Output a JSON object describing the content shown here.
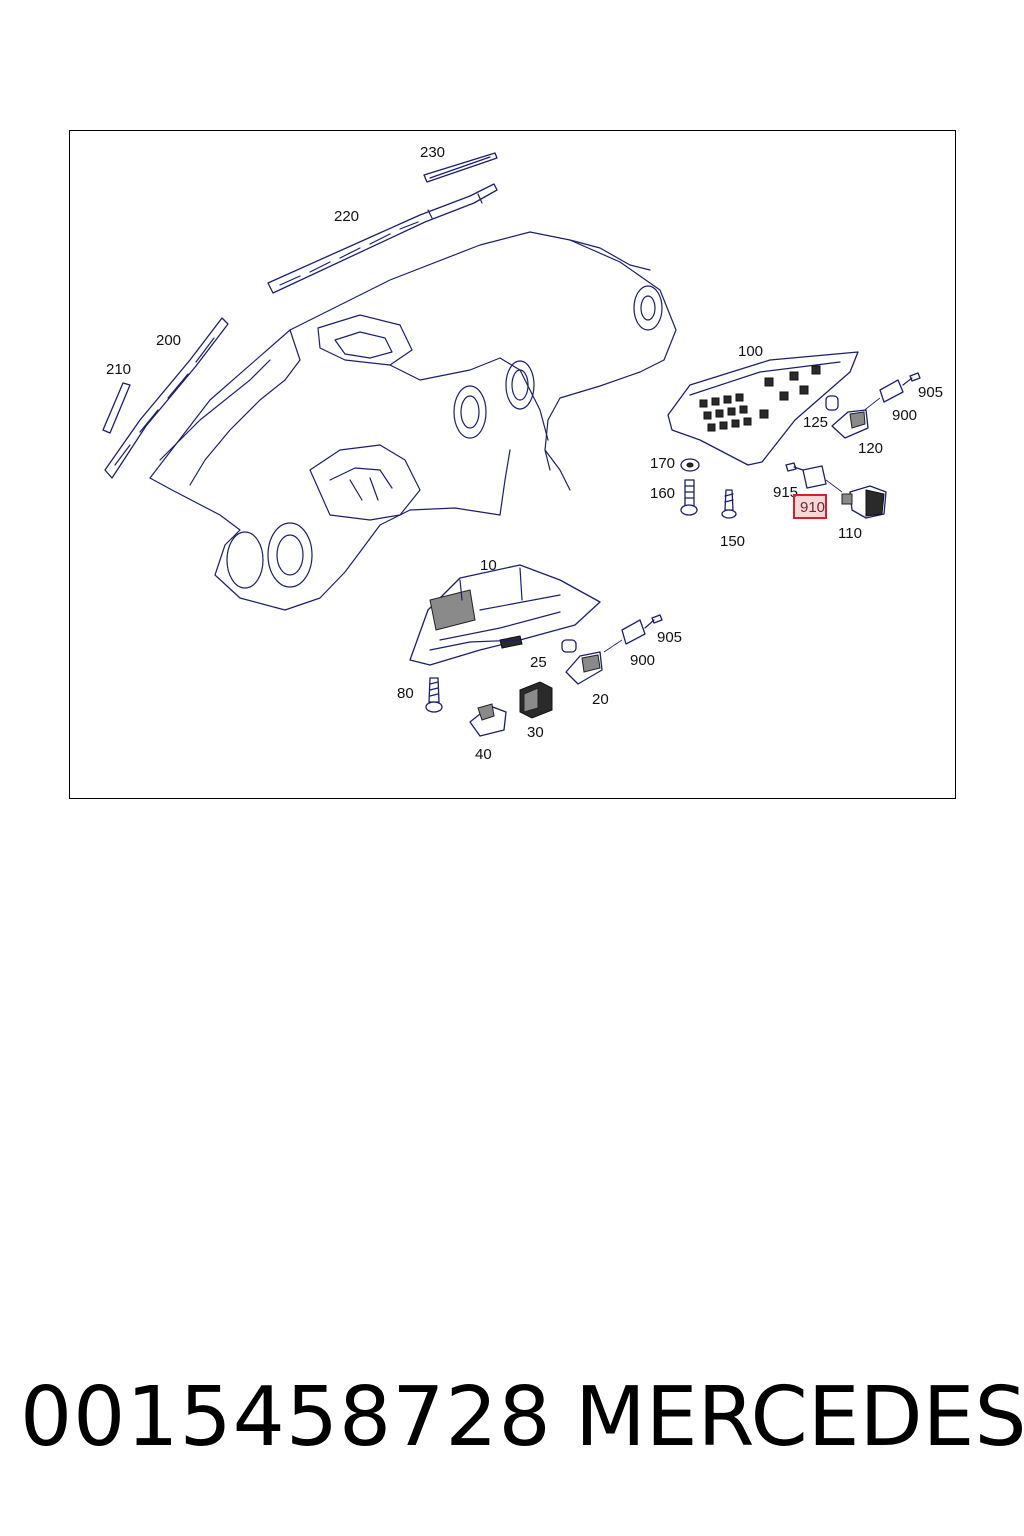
{
  "callouts": {
    "c230": "230",
    "c220": "220",
    "c200": "200",
    "c210": "210",
    "c100": "100",
    "c905a": "905",
    "c900a": "900",
    "c125": "125",
    "c120": "120",
    "c170": "170",
    "c160": "160",
    "c150": "150",
    "c915": "915",
    "c910": "910",
    "c110": "110",
    "c10": "10",
    "c905b": "905",
    "c900b": "900",
    "c25": "25",
    "c20": "20",
    "c80": "80",
    "c30": "30",
    "c40": "40"
  },
  "highlighted_callout": "910",
  "footer": {
    "part_number": "0015458728",
    "brand": "MERCEDES"
  },
  "colors": {
    "line": "#1b1f6b",
    "highlight": "#d8202a"
  }
}
